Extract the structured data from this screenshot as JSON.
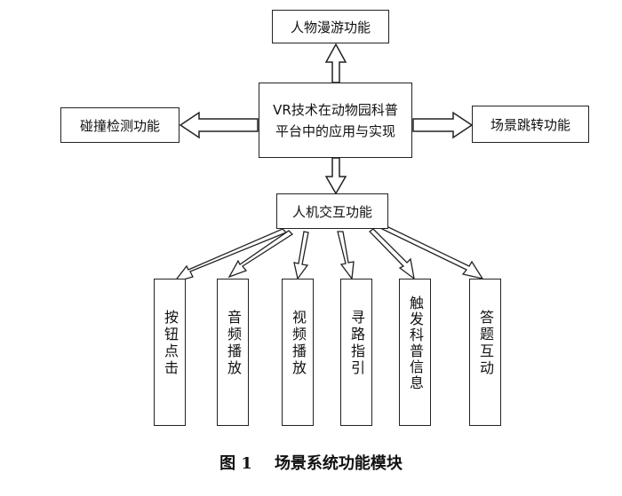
{
  "colors": {
    "stroke": "#222222",
    "text": "#111111",
    "background": "#ffffff"
  },
  "center": {
    "line1": "VR技术在动物园科普",
    "line2": "平台中的应用与实现"
  },
  "top_box": "人物漫游功能",
  "left_box": "碰撞检测功能",
  "right_box": "场景跳转功能",
  "middle_box": "人机交互功能",
  "children": [
    {
      "label": "按钮点击"
    },
    {
      "label": "音频播放"
    },
    {
      "label": "视频播放"
    },
    {
      "label": "寻路指引"
    },
    {
      "label": "触发科普信息"
    },
    {
      "label": "答题互动"
    }
  ],
  "caption": {
    "figure": "图 1",
    "title": "场景系统功能模块"
  }
}
